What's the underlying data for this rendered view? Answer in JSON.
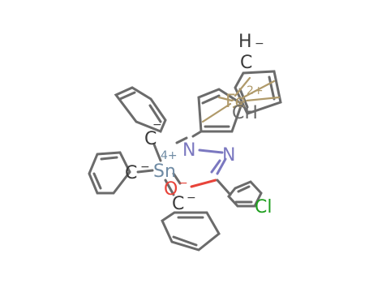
{
  "molecule": {
    "atoms": {
      "sn": "Sn",
      "sn_charge": "4+",
      "fe": "Fe",
      "fe_charge": "2+",
      "n1": "N",
      "n2": "N",
      "o": "O",
      "o_charge": "−",
      "cl": "Cl",
      "c_top": "C",
      "c_top_charge": "−",
      "c_left": "C",
      "c_left_charge": "−",
      "c_bottom": "C",
      "c_bottom_charge": "−",
      "c_cp": "C",
      "h_cp": "H",
      "h_cp_charge": "−",
      "ch_cp": "CH"
    },
    "colors": {
      "bond": "#6b6b6b",
      "fe_bond": "#b09a6a",
      "carbon": "#3a3a3a",
      "nitrogen": "#7b78c0",
      "oxygen": "#e8443a",
      "chlorine": "#1f9e1f",
      "tin": "#6f8ba4",
      "iron": "#b09a6a"
    }
  }
}
